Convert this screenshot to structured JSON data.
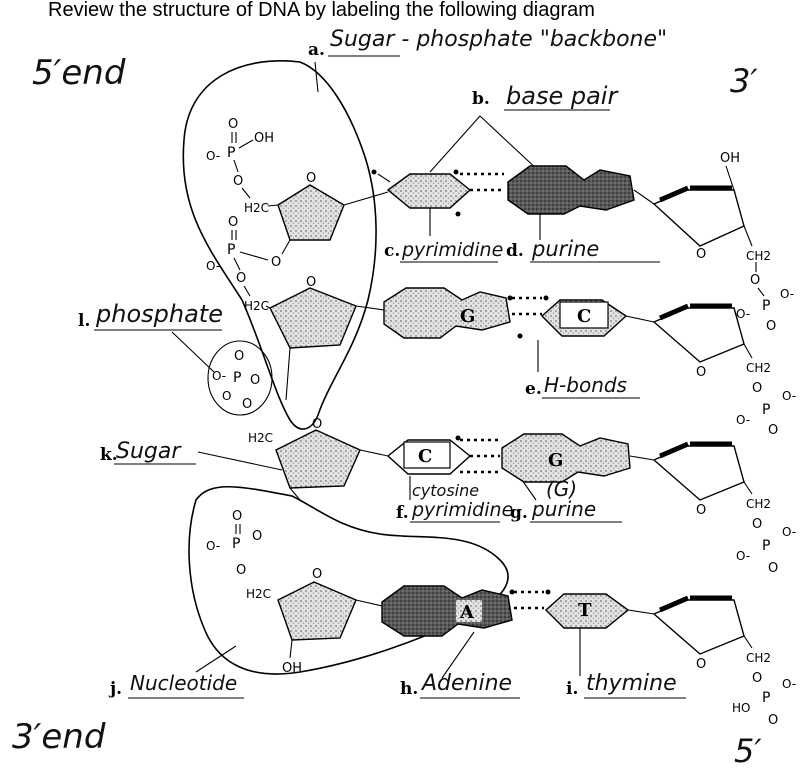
{
  "header": {
    "instruction": "Review the structure of DNA by labeling the following diagram"
  },
  "ends": {
    "top_left": "5′end",
    "top_right": "3′",
    "bottom_left": "3′end",
    "bottom_right": "5′"
  },
  "labels": {
    "a": {
      "letter": "a.",
      "answer": "Sugar - phosphate \"backbone\""
    },
    "b": {
      "letter": "b.",
      "answer": "base pair"
    },
    "c": {
      "letter": "c.",
      "answer": "pyrimidine"
    },
    "d": {
      "letter": "d.",
      "answer": "purine"
    },
    "e": {
      "letter": "e.",
      "answer": "H-bonds"
    },
    "f": {
      "letter": "f.",
      "answer": "pyrimidine",
      "note": "cytosine"
    },
    "g": {
      "letter": "g.",
      "answer": "purine",
      "note": "(G)"
    },
    "h": {
      "letter": "h.",
      "answer": "Adenine"
    },
    "i": {
      "letter": "i.",
      "answer": "thymine"
    },
    "j": {
      "letter": "j.",
      "answer": "Nucleotide"
    },
    "k": {
      "letter": "k.",
      "answer": "Sugar"
    },
    "l": {
      "letter": "l.",
      "answer": "phosphate"
    }
  },
  "bases": {
    "row2_left": "G",
    "row2_right": "C",
    "row3_left": "C",
    "row3_right": "G",
    "row4_left": "A",
    "row4_right": "T"
  },
  "chem": {
    "O": "O",
    "P": "P",
    "OH": "OH",
    "Ominus": "O-",
    "H2C": "H2C",
    "CH2": "CH2",
    "HO": "HO"
  },
  "colors": {
    "ink": "#000000",
    "stipple": "#b9b9b9",
    "dark_base": "#4a4a4a"
  }
}
